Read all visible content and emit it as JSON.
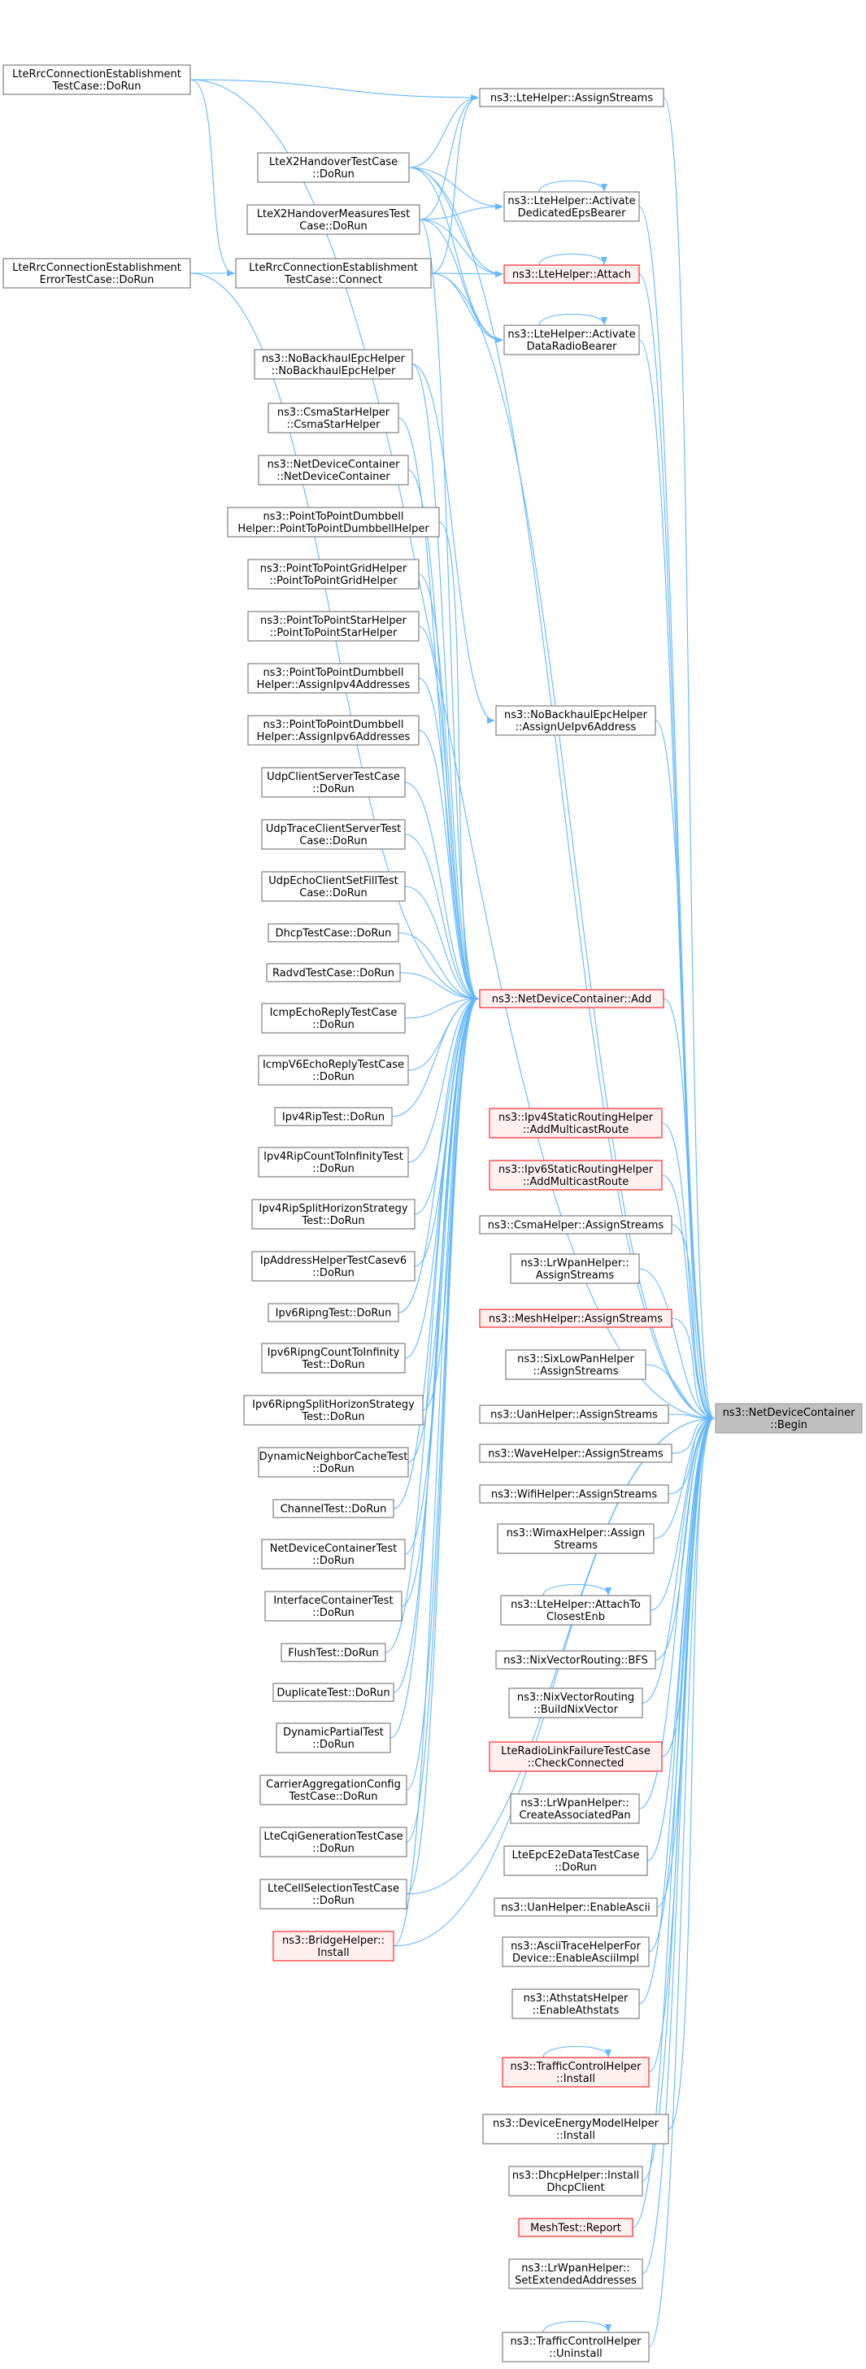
{
  "colors": {
    "edge": "#63b8ff",
    "normal_border": "#666666",
    "normal_fill": "#ffffff",
    "red_border": "#ff0000",
    "red_fill": "#fff0f0",
    "root_border": "#999999",
    "root_fill": "#bfbfbf"
  },
  "nodes": [
    {
      "id": "root",
      "lines": [
        "ns3::NetDeviceContainer",
        "::Begin"
      ],
      "style": "root"
    },
    {
      "id": "netdev_add",
      "lines": [
        "ns3::NetDeviceContainer::Add"
      ],
      "style": "red"
    },
    {
      "id": "lte_assign",
      "lines": [
        "ns3::LteHelper::AssignStreams"
      ],
      "style": "normal"
    },
    {
      "id": "lte_dedicated",
      "lines": [
        "ns3::LteHelper::Activate",
        "DedicatedEpsBearer"
      ],
      "style": "normal"
    },
    {
      "id": "lte_attach",
      "lines": [
        "ns3::LteHelper::Attach"
      ],
      "style": "red"
    },
    {
      "id": "lte_dataradio",
      "lines": [
        "ns3::LteHelper::Activate",
        "DataRadioBearer"
      ],
      "style": "normal"
    },
    {
      "id": "lte_rrc_dorun",
      "lines": [
        "LteRrcConnectionEstablishment",
        "TestCase::DoRun"
      ],
      "style": "normal"
    },
    {
      "id": "lte_x2",
      "lines": [
        "LteX2HandoverTestCase",
        "::DoRun"
      ],
      "style": "normal"
    },
    {
      "id": "lte_x2m",
      "lines": [
        "LteX2HandoverMeasuresTest",
        "Case::DoRun"
      ],
      "style": "normal"
    },
    {
      "id": "lte_rrc_err",
      "lines": [
        "LteRrcConnectionEstablishment",
        "ErrorTestCase::DoRun"
      ],
      "style": "normal"
    },
    {
      "id": "lte_rrc_connect",
      "lines": [
        "LteRrcConnectionEstablishment",
        "TestCase::Connect"
      ],
      "style": "normal"
    },
    {
      "id": "nobackhaul",
      "lines": [
        "ns3::NoBackhaulEpcHelper",
        "::NoBackhaulEpcHelper"
      ],
      "style": "normal"
    },
    {
      "id": "csmastar",
      "lines": [
        "ns3::CsmaStarHelper",
        "::CsmaStarHelper"
      ],
      "style": "normal"
    },
    {
      "id": "ndc_ctor",
      "lines": [
        "ns3::NetDeviceContainer",
        "::NetDeviceContainer"
      ],
      "style": "normal"
    },
    {
      "id": "p2p_dumbbell",
      "lines": [
        "ns3::PointToPointDumbbell",
        "Helper::PointToPointDumbbellHelper"
      ],
      "style": "normal"
    },
    {
      "id": "p2p_grid",
      "lines": [
        "ns3::PointToPointGridHelper",
        "::PointToPointGridHelper"
      ],
      "style": "normal"
    },
    {
      "id": "p2p_star",
      "lines": [
        "ns3::PointToPointStarHelper",
        "::PointToPointStarHelper"
      ],
      "style": "normal"
    },
    {
      "id": "p2p_ipv4",
      "lines": [
        "ns3::PointToPointDumbbell",
        "Helper::AssignIpv4Addresses"
      ],
      "style": "normal"
    },
    {
      "id": "p2p_ipv6",
      "lines": [
        "ns3::PointToPointDumbbell",
        "Helper::AssignIpv6Addresses"
      ],
      "style": "normal"
    },
    {
      "id": "udp_cs",
      "lines": [
        "UdpClientServerTestCase",
        "::DoRun"
      ],
      "style": "normal"
    },
    {
      "id": "udp_trace",
      "lines": [
        "UdpTraceClientServerTest",
        "Case::DoRun"
      ],
      "style": "normal"
    },
    {
      "id": "udp_echo",
      "lines": [
        "UdpEchoClientSetFillTest",
        "Case::DoRun"
      ],
      "style": "normal"
    },
    {
      "id": "dhcp_test",
      "lines": [
        "DhcpTestCase::DoRun"
      ],
      "style": "normal"
    },
    {
      "id": "radvd_test",
      "lines": [
        "RadvdTestCase::DoRun"
      ],
      "style": "normal"
    },
    {
      "id": "icmp_echo",
      "lines": [
        "IcmpEchoReplyTestCase",
        "::DoRun"
      ],
      "style": "normal"
    },
    {
      "id": "icmpv6_echo",
      "lines": [
        "IcmpV6EchoReplyTestCase",
        "::DoRun"
      ],
      "style": "normal"
    },
    {
      "id": "ipv4rip",
      "lines": [
        "Ipv4RipTest::DoRun"
      ],
      "style": "normal"
    },
    {
      "id": "ipv4rip_inf",
      "lines": [
        "Ipv4RipCountToInfinityTest",
        "::DoRun"
      ],
      "style": "normal"
    },
    {
      "id": "ipv4rip_split",
      "lines": [
        "Ipv4RipSplitHorizonStrategy",
        "Test::DoRun"
      ],
      "style": "normal"
    },
    {
      "id": "ipaddr_v6",
      "lines": [
        "IpAddressHelperTestCasev6",
        "::DoRun"
      ],
      "style": "normal"
    },
    {
      "id": "ipv6ripng",
      "lines": [
        "Ipv6RipngTest::DoRun"
      ],
      "style": "normal"
    },
    {
      "id": "ipv6ripng_inf",
      "lines": [
        "Ipv6RipngCountToInfinity",
        "Test::DoRun"
      ],
      "style": "normal"
    },
    {
      "id": "ipv6ripng_split",
      "lines": [
        "Ipv6RipngSplitHorizonStrategy",
        "Test::DoRun"
      ],
      "style": "normal"
    },
    {
      "id": "dyn_neighbor",
      "lines": [
        "DynamicNeighborCacheTest",
        "::DoRun"
      ],
      "style": "normal"
    },
    {
      "id": "channel_test",
      "lines": [
        "ChannelTest::DoRun"
      ],
      "style": "normal"
    },
    {
      "id": "ndc_test",
      "lines": [
        "NetDeviceContainerTest",
        "::DoRun"
      ],
      "style": "normal"
    },
    {
      "id": "iface_test",
      "lines": [
        "InterfaceContainerTest",
        "::DoRun"
      ],
      "style": "normal"
    },
    {
      "id": "flush_test",
      "lines": [
        "FlushTest::DoRun"
      ],
      "style": "normal"
    },
    {
      "id": "dup_test",
      "lines": [
        "DuplicateTest::DoRun"
      ],
      "style": "normal"
    },
    {
      "id": "dyn_partial",
      "lines": [
        "DynamicPartialTest",
        "::DoRun"
      ],
      "style": "normal"
    },
    {
      "id": "carrier_agg",
      "lines": [
        "CarrierAggregationConfig",
        "TestCase::DoRun"
      ],
      "style": "normal"
    },
    {
      "id": "lte_cqi",
      "lines": [
        "LteCqiGenerationTestCase",
        "::DoRun"
      ],
      "style": "normal"
    },
    {
      "id": "lte_cellsel",
      "lines": [
        "LteCellSelectionTestCase",
        "::DoRun"
      ],
      "style": "normal"
    },
    {
      "id": "bridge_install",
      "lines": [
        "ns3::BridgeHelper::",
        "Install"
      ],
      "style": "red"
    },
    {
      "id": "nobackhaul_v6",
      "lines": [
        "ns3::NoBackhaulEpcHelper",
        "::AssignUeIpv6Address"
      ],
      "style": "normal"
    },
    {
      "id": "ipv4static",
      "lines": [
        "ns3::Ipv4StaticRoutingHelper",
        "::AddMulticastRoute"
      ],
      "style": "red"
    },
    {
      "id": "ipv6static",
      "lines": [
        "ns3::Ipv6StaticRoutingHelper",
        "::AddMulticastRoute"
      ],
      "style": "red"
    },
    {
      "id": "csma_assign",
      "lines": [
        "ns3::CsmaHelper::AssignStreams"
      ],
      "style": "normal"
    },
    {
      "id": "lrwpan_assign",
      "lines": [
        "ns3::LrWpanHelper::",
        "AssignStreams"
      ],
      "style": "normal"
    },
    {
      "id": "mesh_assign",
      "lines": [
        "ns3::MeshHelper::AssignStreams"
      ],
      "style": "red"
    },
    {
      "id": "sixlow_assign",
      "lines": [
        "ns3::SixLowPanHelper",
        "::AssignStreams"
      ],
      "style": "normal"
    },
    {
      "id": "uan_assign",
      "lines": [
        "ns3::UanHelper::AssignStreams"
      ],
      "style": "normal"
    },
    {
      "id": "wave_assign",
      "lines": [
        "ns3::WaveHelper::AssignStreams"
      ],
      "style": "normal"
    },
    {
      "id": "wifi_assign",
      "lines": [
        "ns3::WifiHelper::AssignStreams"
      ],
      "style": "normal"
    },
    {
      "id": "wimax_assign",
      "lines": [
        "ns3::WimaxHelper::Assign",
        "Streams"
      ],
      "style": "normal"
    },
    {
      "id": "lte_closest",
      "lines": [
        "ns3::LteHelper::AttachTo",
        "ClosestEnb"
      ],
      "style": "normal"
    },
    {
      "id": "nix_bfs",
      "lines": [
        "ns3::NixVectorRouting::BFS"
      ],
      "style": "normal"
    },
    {
      "id": "nix_build",
      "lines": [
        "ns3::NixVectorRouting",
        "::BuildNixVector"
      ],
      "style": "normal"
    },
    {
      "id": "lte_rlf",
      "lines": [
        "LteRadioLinkFailureTestCase",
        "::CheckConnected"
      ],
      "style": "red"
    },
    {
      "id": "lrwpan_pan",
      "lines": [
        "ns3::LrWpanHelper::",
        "CreateAssociatedPan"
      ],
      "style": "normal"
    },
    {
      "id": "lte_epc_e2e",
      "lines": [
        "LteEpcE2eDataTestCase",
        "::DoRun"
      ],
      "style": "normal"
    },
    {
      "id": "uan_ascii",
      "lines": [
        "ns3::UanHelper::EnableAscii"
      ],
      "style": "normal"
    },
    {
      "id": "ascii_trace",
      "lines": [
        "ns3::AsciiTraceHelperFor",
        "Device::EnableAsciiImpl"
      ],
      "style": "normal"
    },
    {
      "id": "athstats",
      "lines": [
        "ns3::AthstatsHelper",
        "::EnableAthstats"
      ],
      "style": "normal"
    },
    {
      "id": "tc_install",
      "lines": [
        "ns3::TrafficControlHelper",
        "::Install"
      ],
      "style": "red"
    },
    {
      "id": "energy_install",
      "lines": [
        "ns3::DeviceEnergyModelHelper",
        "::Install"
      ],
      "style": "normal"
    },
    {
      "id": "dhcp_client",
      "lines": [
        "ns3::DhcpHelper::Install",
        "DhcpClient"
      ],
      "style": "normal"
    },
    {
      "id": "mesh_report",
      "lines": [
        "MeshTest::Report"
      ],
      "style": "red"
    },
    {
      "id": "lrwpan_ext",
      "lines": [
        "ns3::LrWpanHelper::",
        "SetExtendedAddresses"
      ],
      "style": "normal"
    },
    {
      "id": "tc_uninstall",
      "lines": [
        "ns3::TrafficControlHelper",
        "::Uninstall"
      ],
      "style": "normal"
    }
  ],
  "edges": [
    [
      "lte_rrc_dorun",
      "lte_assign"
    ],
    [
      "lte_x2",
      "lte_assign"
    ],
    [
      "lte_x2m",
      "lte_assign"
    ],
    [
      "lte_rrc_connect",
      "lte_assign"
    ],
    [
      "lte_x2",
      "lte_dedicated"
    ],
    [
      "lte_x2m",
      "lte_dedicated"
    ],
    [
      "lte_x2",
      "lte_attach"
    ],
    [
      "lte_x2m",
      "lte_attach"
    ],
    [
      "lte_rrc_connect",
      "lte_attach"
    ],
    [
      "lte_x2",
      "lte_dataradio"
    ],
    [
      "lte_x2m",
      "lte_dataradio"
    ],
    [
      "lte_rrc_connect",
      "lte_dataradio"
    ],
    [
      "lte_rrc_dorun",
      "lte_rrc_connect"
    ],
    [
      "lte_rrc_err",
      "lte_rrc_connect"
    ],
    [
      "lte_dedicated",
      "lte_dedicated"
    ],
    [
      "lte_attach",
      "lte_attach"
    ],
    [
      "lte_dataradio",
      "lte_dataradio"
    ],
    [
      "lte_closest",
      "lte_closest"
    ],
    [
      "tc_install",
      "tc_install"
    ],
    [
      "tc_uninstall",
      "tc_uninstall"
    ],
    [
      "nobackhaul",
      "nobackhaul_v6"
    ],
    [
      "nobackhaul",
      "netdev_add"
    ],
    [
      "csmastar",
      "netdev_add"
    ],
    [
      "ndc_ctor",
      "netdev_add"
    ],
    [
      "p2p_dumbbell",
      "netdev_add"
    ],
    [
      "p2p_grid",
      "netdev_add"
    ],
    [
      "p2p_star",
      "netdev_add"
    ],
    [
      "p2p_ipv4",
      "netdev_add"
    ],
    [
      "p2p_ipv6",
      "netdev_add"
    ],
    [
      "udp_cs",
      "netdev_add"
    ],
    [
      "udp_trace",
      "netdev_add"
    ],
    [
      "udp_echo",
      "netdev_add"
    ],
    [
      "dhcp_test",
      "netdev_add"
    ],
    [
      "radvd_test",
      "netdev_add"
    ],
    [
      "icmp_echo",
      "netdev_add"
    ],
    [
      "icmpv6_echo",
      "netdev_add"
    ],
    [
      "ipv4rip",
      "netdev_add"
    ],
    [
      "ipv4rip_inf",
      "netdev_add"
    ],
    [
      "ipv4rip_split",
      "netdev_add"
    ],
    [
      "ipaddr_v6",
      "netdev_add"
    ],
    [
      "ipv6ripng",
      "netdev_add"
    ],
    [
      "ipv6ripng_inf",
      "netdev_add"
    ],
    [
      "ipv6ripng_split",
      "netdev_add"
    ],
    [
      "dyn_neighbor",
      "netdev_add"
    ],
    [
      "channel_test",
      "netdev_add"
    ],
    [
      "ndc_test",
      "netdev_add"
    ],
    [
      "iface_test",
      "netdev_add"
    ],
    [
      "flush_test",
      "netdev_add"
    ],
    [
      "dup_test",
      "netdev_add"
    ],
    [
      "dyn_partial",
      "netdev_add"
    ],
    [
      "carrier_agg",
      "netdev_add"
    ],
    [
      "lte_cqi",
      "netdev_add"
    ],
    [
      "lte_cellsel",
      "netdev_add"
    ],
    [
      "bridge_install",
      "netdev_add"
    ],
    [
      "lte_x2m",
      "netdev_add"
    ],
    [
      "lte_rrc_err",
      "netdev_add"
    ],
    [
      "lte_rrc_dorun",
      "root"
    ],
    [
      "lte_assign",
      "root"
    ],
    [
      "lte_dedicated",
      "root"
    ],
    [
      "lte_attach",
      "root"
    ],
    [
      "lte_dataradio",
      "root"
    ],
    [
      "lte_rrc_connect",
      "root"
    ],
    [
      "lte_x2",
      "root"
    ],
    [
      "nobackhaul_v6",
      "root"
    ],
    [
      "netdev_add",
      "root"
    ],
    [
      "ipv4static",
      "root"
    ],
    [
      "ipv6static",
      "root"
    ],
    [
      "csma_assign",
      "root"
    ],
    [
      "lrwpan_assign",
      "root"
    ],
    [
      "mesh_assign",
      "root"
    ],
    [
      "sixlow_assign",
      "root"
    ],
    [
      "uan_assign",
      "root"
    ],
    [
      "wave_assign",
      "root"
    ],
    [
      "wifi_assign",
      "root"
    ],
    [
      "wimax_assign",
      "root"
    ],
    [
      "lte_closest",
      "root"
    ],
    [
      "nix_bfs",
      "root"
    ],
    [
      "nix_build",
      "root"
    ],
    [
      "lte_rlf",
      "root"
    ],
    [
      "lrwpan_pan",
      "root"
    ],
    [
      "lte_epc_e2e",
      "root"
    ],
    [
      "uan_ascii",
      "root"
    ],
    [
      "ascii_trace",
      "root"
    ],
    [
      "athstats",
      "root"
    ],
    [
      "tc_install",
      "root"
    ],
    [
      "energy_install",
      "root"
    ],
    [
      "dhcp_client",
      "root"
    ],
    [
      "mesh_report",
      "root"
    ],
    [
      "lrwpan_ext",
      "root"
    ],
    [
      "tc_uninstall",
      "root"
    ],
    [
      "bridge_install",
      "root"
    ],
    [
      "lte_cellsel",
      "root"
    ]
  ]
}
